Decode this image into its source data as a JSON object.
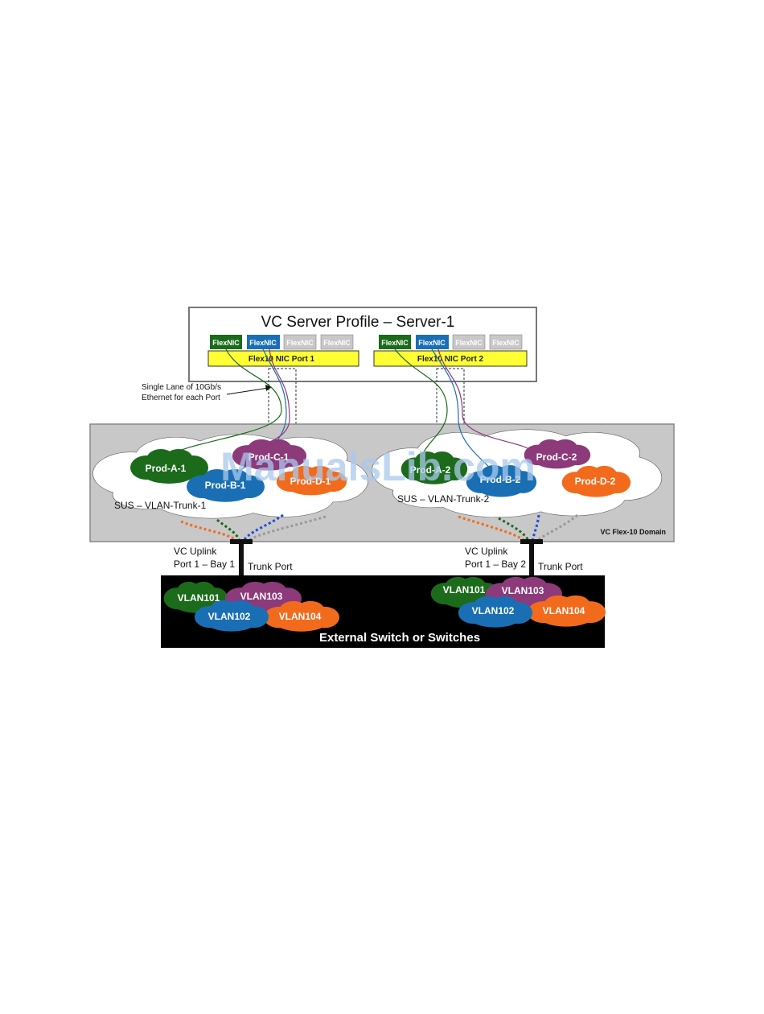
{
  "profile": {
    "title": "VC Server Profile – Server-1",
    "port1_label": "Flex10 NIC Port 1",
    "port2_label": "Flex10 NIC Port 2",
    "flexnic_label": "FlexNIC"
  },
  "annotation": {
    "line1": "Single Lane of 10Gb/s",
    "line2": "Ethernet for each Port"
  },
  "domain": {
    "label": "VC Flex-10 Domain",
    "sus1": "SUS – VLAN-Trunk-1",
    "sus2": "SUS – VLAN-Trunk-2",
    "nets1": {
      "a": "Prod-A-1",
      "b": "Prod-B-1",
      "c": "Prod-C-1",
      "d": "Prod-D-1"
    },
    "nets2": {
      "a": "Prod-A-2",
      "b": "Prod-B-2",
      "c": "Prod-C-2",
      "d": "Prod-D-2"
    }
  },
  "uplinks": {
    "left_line1": "VC Uplink",
    "left_line2": "Port 1 – Bay 1",
    "right_line1": "VC Uplink",
    "right_line2": "Port 1 – Bay 2",
    "trunk_port": "Trunk Port"
  },
  "switch": {
    "label": "External Switch or Switches",
    "vlans": [
      "VLAN101",
      "VLAN102",
      "VLAN103",
      "VLAN104"
    ]
  },
  "watermark": "ManualsLib.com",
  "colors": {
    "green": "#1b6b1b",
    "blue": "#1a6fb4",
    "purple": "#8c3a7a",
    "orange": "#f26b1d",
    "gray": "#b8b8b8",
    "yellow": "#ffff33",
    "domain_bg": "#c8c8c8"
  }
}
